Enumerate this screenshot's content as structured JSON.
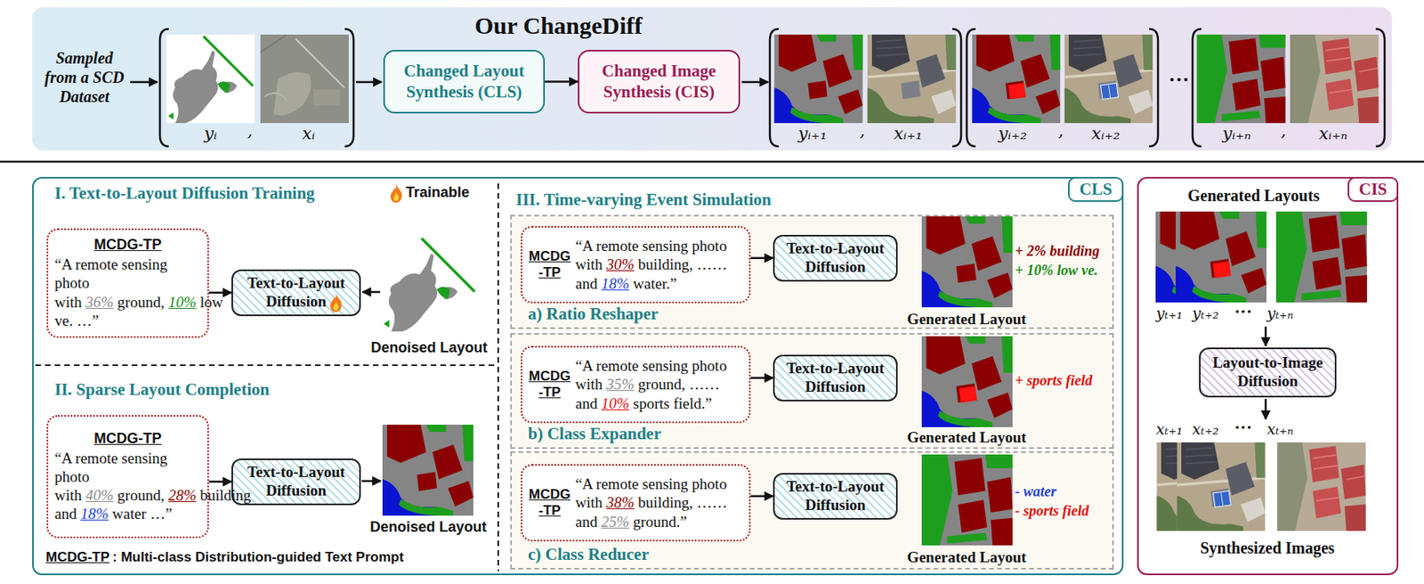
{
  "diagram": {
    "nodes": [
      {
        "text": [
          "Our ChangeDiff"
        ]
      },
      {
        "text": [
          "Changed Layout Synthesis (CLS)"
        ],
        "in": 0
      },
      {
        "text": [
          "Changed Image Synthesis (CIS)"
        ],
        "in": 0
      },
      {
        "text": [
          "CLS"
        ]
      },
      {
        "text": [
          "I. Text-to-Layout Diffusion Training"
        ],
        "in": 3
      },
      {
        "text": [
          "MCDG-TP",
          "“A remote sensing photo with",
          "36%",
          "ground,",
          "10%",
          "low ve. …”"
        ],
        "in": 4
      },
      {
        "text": [
          "Text-to-Layout Diffusion"
        ],
        "in": 4
      },
      {
        "text": [
          "II. Sparse Layout Completion"
        ],
        "in": 3
      },
      {
        "text": [
          "MCDG-TP",
          "“A remote sensing photo with",
          "40%",
          "ground,",
          "28%",
          "building and",
          "18%",
          "water …”"
        ],
        "in": 7
      },
      {
        "text": [
          "Text-to-Layout Diffusion"
        ],
        "in": 7
      },
      {
        "text": [
          "III. Time-varying Event Simulation"
        ],
        "in": 3
      },
      {
        "text": [
          "a) Ratio Reshaper"
        ],
        "in": 10
      },
      {
        "text": [
          "MCDG -TP",
          "“A remote sensing photo with",
          "30%",
          "building, …… and",
          "18%",
          "water.”"
        ],
        "in": 11
      },
      {
        "text": [
          "Text-to-Layout Diffusion"
        ],
        "in": 11
      },
      {
        "text": [
          "b) Class Expander"
        ],
        "in": 10
      },
      {
        "text": [
          "MCDG -TP",
          "“A remote sensing photo with",
          "35%",
          "ground, …… and",
          "10%",
          "sports field.”"
        ],
        "in": 14
      },
      {
        "text": [
          "Text-to-Layout Diffusion"
        ],
        "in": 14
      },
      {
        "text": [
          "c) Class Reducer"
        ],
        "in": 10
      },
      {
        "text": [
          "MCDG -TP",
          "“A remote sensing photo with",
          "38%",
          "building, …… and",
          "25%",
          "ground.”"
        ],
        "in": 17
      },
      {
        "text": [
          "Text-to-Layout Diffusion"
        ],
        "in": 17
      },
      {
        "text": [
          "CIS"
        ]
      },
      {
        "text": [
          "Layout-to-Image Diffusion"
        ],
        "in": 20
      }
    ],
    "edges": [
      {
        "from": 1,
        "to": 2,
        "arrow": "to"
      },
      {
        "from": 5,
        "to": 6,
        "arrow": "to"
      },
      {
        "from": 8,
        "to": 9,
        "arrow": "to"
      },
      {
        "from": 12,
        "to": 13,
        "arrow": "to"
      },
      {
        "from": 15,
        "to": 16,
        "arrow": "to"
      },
      {
        "from": 18,
        "to": 19,
        "arrow": "to"
      }
    ],
    "labels": [
      "Sampled from a SCD Dataset",
      "yᵢ",
      ",",
      "xᵢ",
      "yᵢ₊₁",
      ",",
      "xᵢ₊₁",
      "yᵢ₊₂",
      ",",
      "xᵢ₊₂",
      "···",
      "yᵢ₊ₙ",
      ",",
      "xᵢ₊ₙ",
      "Trainable",
      "Denoised Layout",
      "Denoised Layout",
      "MCDG-TP",
      ": Multi-class Distribution-guided Text Prompt",
      "Generated Layout",
      "+ 2% building",
      "+ 10% low ve.",
      "Generated Layout",
      "+ sports field",
      "Generated Layout",
      "- water",
      "- sports field",
      "Generated Layouts",
      "yₜ₊₁",
      "yₜ₊₂",
      "···",
      "yₜ₊ₙ",
      "xₜ₊₁",
      "xₜ₊₂",
      "···",
      "xₜ₊ₙ",
      "Synthesized Images"
    ]
  }
}
